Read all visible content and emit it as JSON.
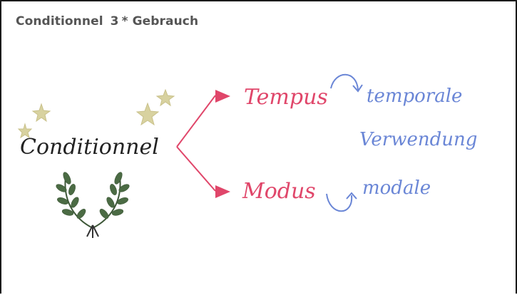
{
  "header": {
    "topic": "Conditionnel",
    "number": "3",
    "star": "*",
    "subtitle": "Gebrauch"
  },
  "board": {
    "center_word": "Conditionnel",
    "branches": [
      {
        "label": "Tempus",
        "color": "#e0466a",
        "results": [
          "temporale",
          "Verwendung"
        ]
      },
      {
        "label": "Modus",
        "color": "#e0466a",
        "results": [
          "modale"
        ]
      }
    ],
    "result_color": "#6a86d6",
    "laurel_color": "#4b6b44",
    "star_color": "#d8d2a0"
  }
}
